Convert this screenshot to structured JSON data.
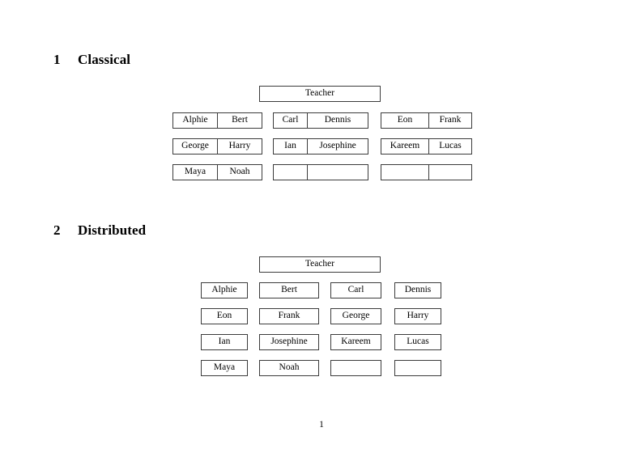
{
  "document": {
    "page_number": "1"
  },
  "sections": [
    {
      "number": "1",
      "title": "Classical",
      "root_label": "Teacher",
      "layout": "grouped-pairs",
      "groups": [
        {
          "rows": [
            [
              "Alphie",
              "Bert"
            ],
            [
              "George",
              "Harry"
            ],
            [
              "Maya",
              "Noah"
            ]
          ]
        },
        {
          "rows": [
            [
              "Carl",
              "Dennis"
            ],
            [
              "Ian",
              "Josephine"
            ],
            [
              "",
              ""
            ]
          ]
        },
        {
          "rows": [
            [
              "Eon",
              "Frank"
            ],
            [
              "Kareem",
              "Lucas"
            ],
            [
              "",
              ""
            ]
          ]
        }
      ]
    },
    {
      "number": "2",
      "title": "Distributed",
      "root_label": "Teacher",
      "layout": "separate-boxes",
      "rows": [
        [
          "Alphie",
          "Bert",
          "Carl",
          "Dennis"
        ],
        [
          "Eon",
          "Frank",
          "George",
          "Harry"
        ],
        [
          "Ian",
          "Josephine",
          "Kareem",
          "Lucas"
        ],
        [
          "Maya",
          "Noah",
          "",
          ""
        ]
      ]
    }
  ],
  "colors": {
    "page_background": "#ffffff",
    "text": "#000000",
    "box_border": "#3b3b3b"
  }
}
